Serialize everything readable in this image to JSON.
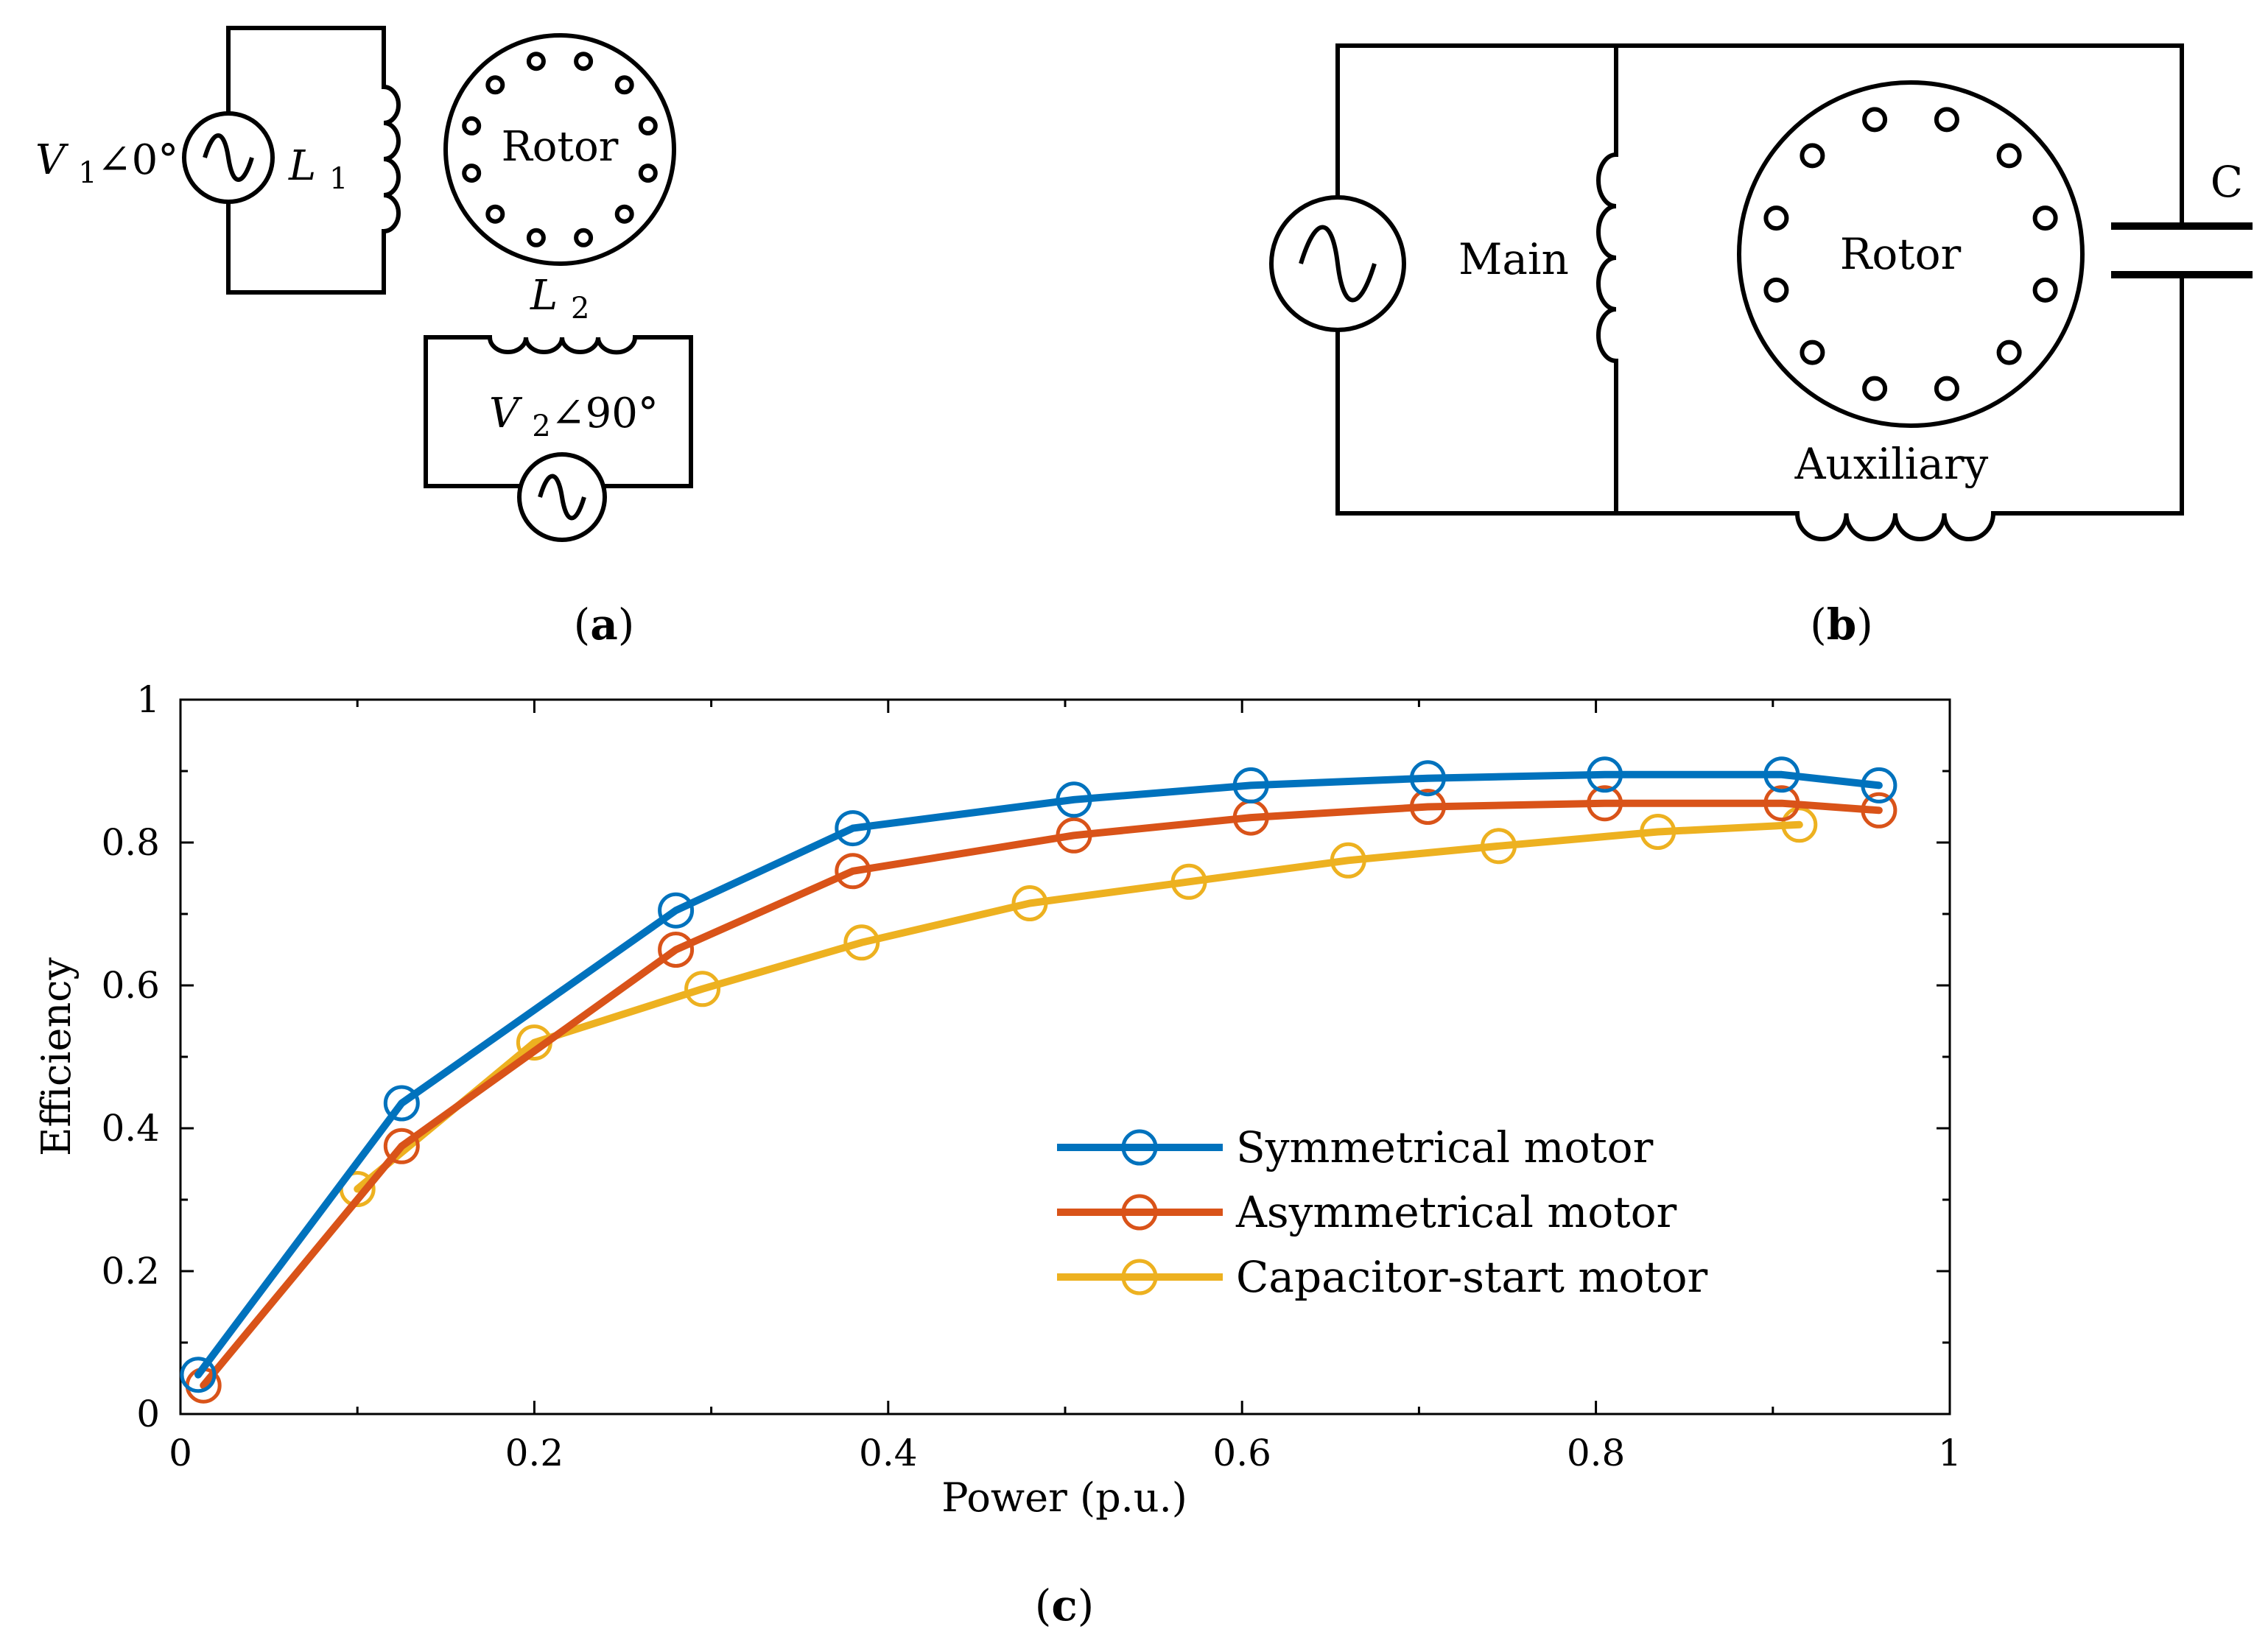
{
  "panel_a": {
    "caption": "a",
    "source1_label": "V1∠0°",
    "inductor1_label": "L1",
    "rotor_label": "Rotor",
    "inductor2_label": "L2",
    "source2_label": "V2∠90°"
  },
  "panel_b": {
    "caption": "b",
    "main_label": "Main",
    "rotor_label": "Rotor",
    "capacitor_label": "C",
    "auxiliary_label": "Auxiliary"
  },
  "panel_c": {
    "caption": "c"
  },
  "chart_data": {
    "type": "line",
    "xlabel": "Power (p.u.)",
    "ylabel": "Efficiency",
    "xlim": [
      0,
      1
    ],
    "ylim": [
      0,
      1
    ],
    "xticks": [
      0,
      0.2,
      0.4,
      0.6,
      0.8,
      1
    ],
    "xtick_labels": [
      "0",
      "0.2",
      "0.4",
      "0.6",
      "0.8",
      "1"
    ],
    "yticks": [
      0,
      0.2,
      0.4,
      0.6,
      0.8,
      1
    ],
    "ytick_labels": [
      "0",
      "0.2",
      "0.4",
      "0.6",
      "0.8",
      "1"
    ],
    "grid": false,
    "legend_position": "lower-right",
    "series": [
      {
        "name": "Symmetrical motor",
        "color": "#0072BD",
        "x": [
          0.01,
          0.125,
          0.28,
          0.38,
          0.505,
          0.605,
          0.705,
          0.805,
          0.905,
          0.96
        ],
        "y": [
          0.055,
          0.435,
          0.705,
          0.82,
          0.86,
          0.88,
          0.89,
          0.895,
          0.895,
          0.88
        ]
      },
      {
        "name": "Asymmetrical motor",
        "color": "#D95319",
        "x": [
          0.013,
          0.125,
          0.28,
          0.38,
          0.505,
          0.605,
          0.705,
          0.805,
          0.905,
          0.96
        ],
        "y": [
          0.04,
          0.375,
          0.65,
          0.76,
          0.81,
          0.835,
          0.85,
          0.855,
          0.855,
          0.845
        ]
      },
      {
        "name": "Capacitor-start motor",
        "color": "#EDB120",
        "x": [
          0.1,
          0.2,
          0.295,
          0.385,
          0.48,
          0.57,
          0.66,
          0.745,
          0.835,
          0.915
        ],
        "y": [
          0.315,
          0.52,
          0.595,
          0.66,
          0.715,
          0.745,
          0.775,
          0.795,
          0.815,
          0.825
        ]
      }
    ]
  }
}
